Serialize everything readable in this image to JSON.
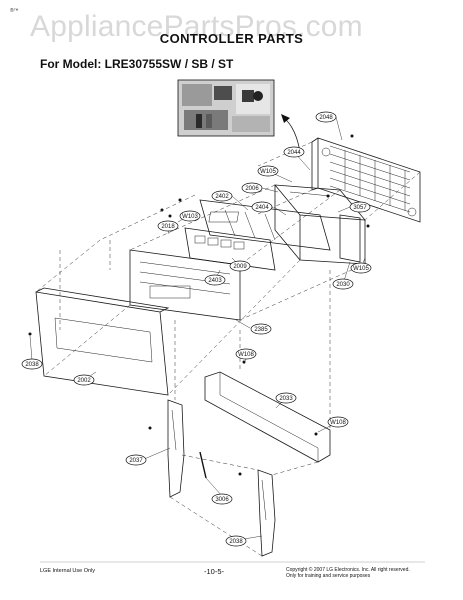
{
  "page": {
    "corner_mark": "®™",
    "watermark": "AppliancePartsPros.com",
    "title": "CONTROLLER PARTS",
    "model_line": "For Model: LRE30755SW / SB / ST"
  },
  "callouts": {
    "c2048": "2048",
    "c2044": "2044",
    "cW105a": "W105",
    "c2006": "2006",
    "c2402": "2402",
    "c2404": "2404",
    "c3057": "3057",
    "cW103": "W103",
    "c2018": "2018",
    "c2009": "2009",
    "c2403": "2403",
    "cW105b": "W105",
    "c2030": "2030",
    "c2385": "2385",
    "c2038a": "2038",
    "c2002": "2002",
    "cW108a": "W108",
    "c2033": "2033",
    "cW108b": "W108",
    "c2037": "2037",
    "c3006": "3006",
    "c2038b": "2038"
  },
  "footer": {
    "left": "LGE Internal Use Only",
    "page_number": "-10-5-",
    "copyright": "Copyright © 2007 LG Electronics. Inc. All right reserved.",
    "copyright_line2": "Only for training and service purposes"
  }
}
